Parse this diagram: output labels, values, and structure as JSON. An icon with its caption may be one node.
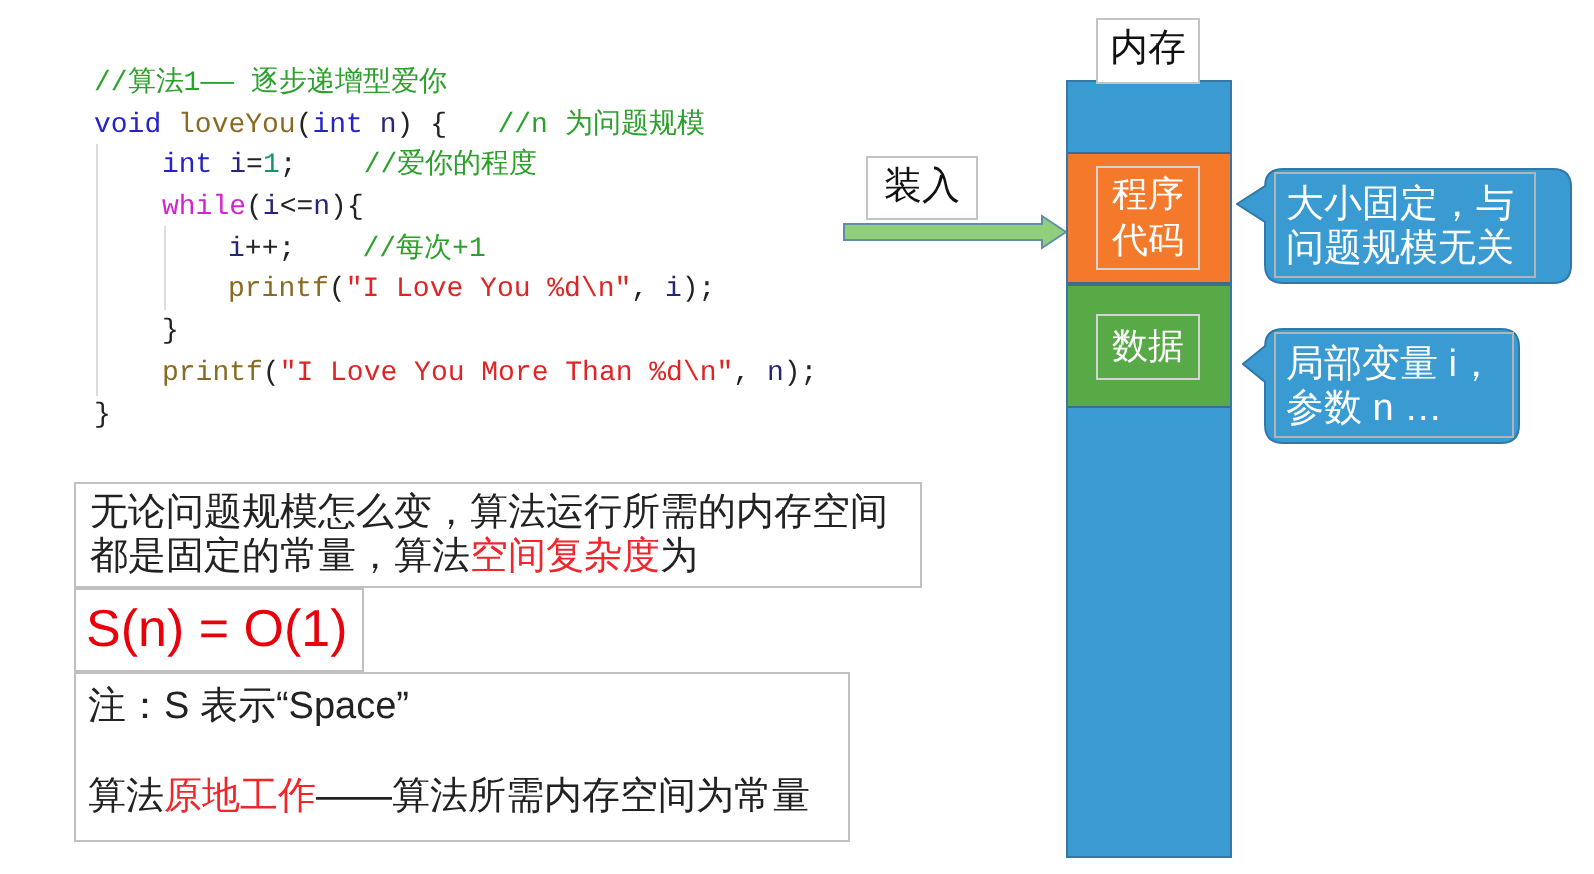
{
  "diagram": {
    "nodes": [
      {
        "text": [
          "//算法1—— 逐步递增型爱你",
          "void loveYou(int n) {   //n 为问题规模",
          "int i=1;    //爱你的程度",
          "while(i<=n){",
          "i++;    //每次+1",
          "printf(\"I Love You %d\\n\", i);",
          "}",
          "printf(\"I Love You More Than %d\\n\", n);",
          "}"
        ]
      },
      {
        "text": [
          "内存"
        ]
      },
      {
        "text": [
          "程序代码"
        ],
        "in": 1
      },
      {
        "text": [
          "数据"
        ],
        "in": 1
      },
      {
        "text": [
          "大小固定，与问题规模无关"
        ]
      },
      {
        "text": [
          "局部变量 i，参数 n …"
        ]
      },
      {
        "text": [
          "无论问题规模怎么变，算法运行所需的内存空间都是固定的常量，算法空间复杂度为"
        ]
      },
      {
        "text": [
          "S(n) = O(1)"
        ]
      },
      {
        "text": [
          "注：S 表示“Space”",
          "算法原地工作——算法所需内存空间为常量"
        ]
      }
    ],
    "edges": [
      {
        "from": 0,
        "to": 1,
        "arrow": "to",
        "label": "装入"
      }
    ]
  }
}
